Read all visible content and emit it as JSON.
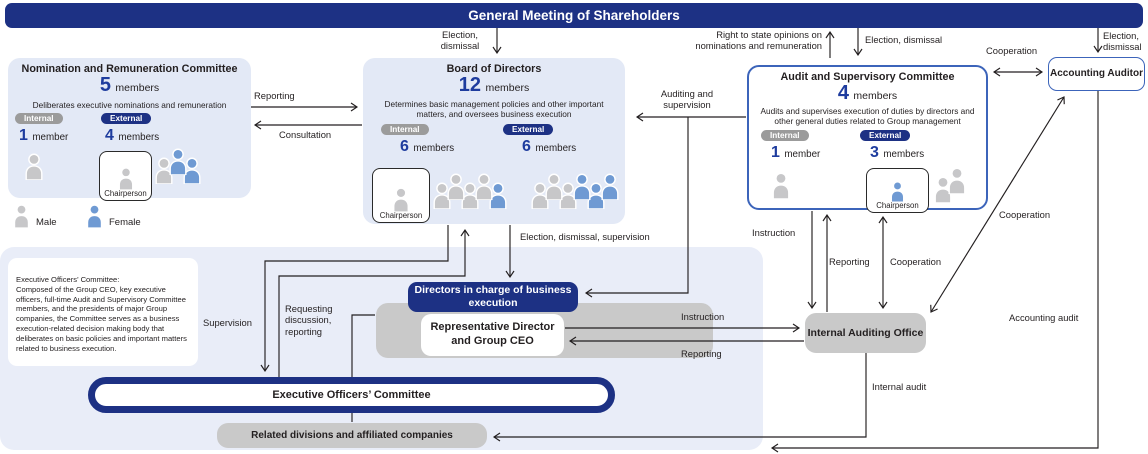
{
  "banner": {
    "title": "General Meeting of Shareholders"
  },
  "legend": {
    "male_label": "Male",
    "female_label": "Female",
    "male_icon": "m",
    "female_icon": "f"
  },
  "nomination": {
    "title": "Nomination and Remuneration Committee",
    "count": "5",
    "count_unit": "members",
    "desc": "Deliberates executive nominations and remuneration",
    "internal_label": "Internal",
    "external_label": "External",
    "internal_count": "1",
    "internal_unit": "member",
    "external_count": "4",
    "external_unit": "members",
    "chairperson_label": "Chairperson",
    "internal_persons": [
      "m"
    ],
    "chair_person": "m",
    "external_persons": [
      "m",
      "f",
      "f"
    ]
  },
  "board": {
    "title": "Board of Directors",
    "count": "12",
    "count_unit": "members",
    "desc": "Determines basic management policies and other important matters, and oversees business execution",
    "internal_label": "Internal",
    "external_label": "External",
    "internal_count": "6",
    "internal_unit": "members",
    "external_count": "6",
    "external_unit": "members",
    "chairperson_label": "Chairperson",
    "chair_person": "m",
    "internal_persons": [
      "m",
      "m",
      "m",
      "m",
      "f"
    ],
    "external_persons": [
      "m",
      "m",
      "m",
      "f",
      "f",
      "f"
    ]
  },
  "audit": {
    "title": "Audit and Supervisory Committee",
    "count": "4",
    "count_unit": "members",
    "desc": "Audits and supervises execution of duties by directors and other general duties related to Group management",
    "internal_label": "Internal",
    "external_label": "External",
    "internal_count": "1",
    "internal_unit": "member",
    "external_count": "3",
    "external_unit": "members",
    "chairperson_label": "Chairperson",
    "chair_person": "f",
    "internal_persons": [
      "m"
    ],
    "external_persons": [
      "m",
      "m"
    ]
  },
  "accounting_auditor": {
    "title": "Accounting Auditor"
  },
  "directors_in_charge": {
    "title": "Directors in charge of business execution"
  },
  "ceo": {
    "title": "Representative Director and Group CEO"
  },
  "internal_auditing_office": {
    "title": "Internal Auditing Office"
  },
  "executive_officers_committee": {
    "title": "Executive Officers’ Committee"
  },
  "related_divisions": {
    "title": "Related divisions and affiliated companies"
  },
  "note": {
    "text": "Executive Officers’ Committee:\nComposed of the Group CEO, key executive officers, full-time Audit and Supervisory Committee members, and the presidents of major Group companies, the Committee serves as a business execution-related decision making body that deliberates on basic policies and important matters related to business execution."
  },
  "labels": {
    "election_dismissal_bod": "Election,\ndismissal",
    "right_to_state_opinions": "Right to state opinions on\nnominations and remuneration",
    "election_dismissal_audit": "Election, dismissal",
    "cooperation_top": "Cooperation",
    "election_dismissal_acc": "Election,\ndismissal",
    "reporting_left": "Reporting",
    "consultation": "Consultation",
    "auditing_supervision": "Auditing and\nsupervision",
    "election_dismissal_supervision": "Election, dismissal, supervision",
    "instruction_audit_iao": "Instruction",
    "reporting_iao_audit": "Reporting",
    "cooperation_vertical": "Cooperation",
    "cooperation_diagonal": "Cooperation",
    "accounting_audit": "Accounting audit",
    "supervision": "Supervision",
    "requesting": "Requesting\ndiscussion,\nreporting",
    "instruction_ceo_iao": "Instruction",
    "reporting_iao_ceo": "Reporting",
    "internal_audit": "Internal audit"
  },
  "colors": {
    "navy": "#1d3184",
    "accent": "#1e3c9e",
    "male": "#c7c7c9",
    "female": "#6f9ad3",
    "boxblue": "#e3e9f6",
    "panel": "#e9edf8",
    "graybox": "#c9c9c9",
    "line": "#231f20",
    "auditbd": "#3c64ba"
  }
}
